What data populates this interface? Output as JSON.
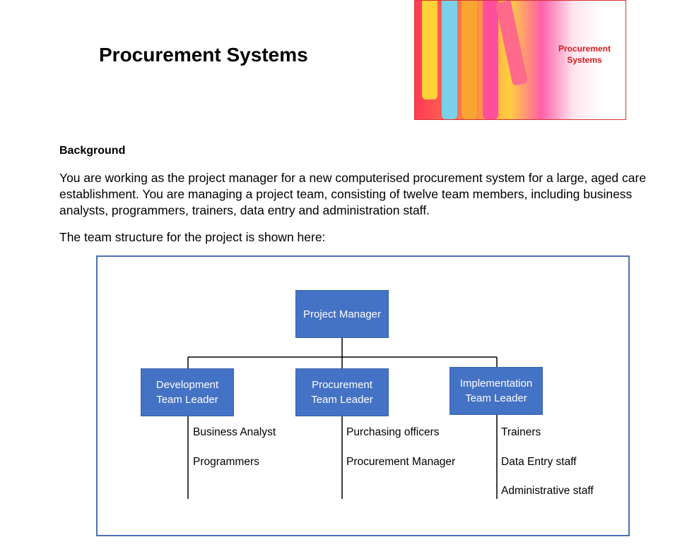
{
  "page": {
    "title": "Procurement Systems",
    "hero_caption_line1": "Procurement",
    "hero_caption_line2": "Systems"
  },
  "background": {
    "heading": "Background",
    "paragraph1": "You are working as the project manager for a new computerised procurement system for a large, aged care establishment. You are managing a project team, consisting of twelve team members, including business analysts, programmers, trainers, data entry and administration staff.",
    "paragraph2": "The team structure for the project is shown here:"
  },
  "org_chart": {
    "root": "Project Manager",
    "teams": [
      {
        "leader_line1": "Development",
        "leader_line2": "Team Leader",
        "members": [
          "Business Analyst",
          "Programmers"
        ]
      },
      {
        "leader_line1": "Procurement",
        "leader_line2": "Team Leader",
        "members": [
          "Purchasing officers",
          "Procurement Manager"
        ]
      },
      {
        "leader_line1": "Implementation",
        "leader_line2": "Team Leader",
        "members": [
          "Trainers",
          "Data Entry staff",
          "Administrative staff"
        ]
      }
    ]
  },
  "colors": {
    "box_fill": "#4472c4",
    "box_text": "#ffffff",
    "frame_border": "#4d6fb8",
    "hero_caption": "#d31c1c",
    "connector": "#000000"
  }
}
